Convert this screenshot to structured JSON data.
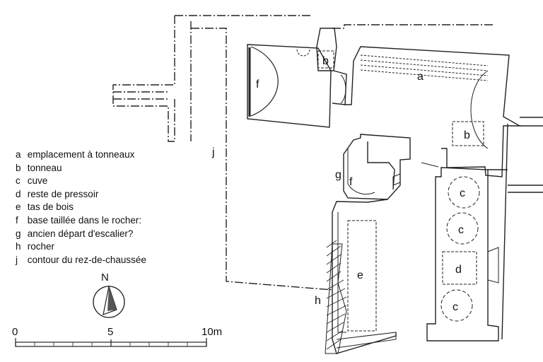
{
  "legend": [
    {
      "key": "a",
      "text": "emplacement à tonneaux"
    },
    {
      "key": "b",
      "text": "tonneau"
    },
    {
      "key": "c",
      "text": "cuve"
    },
    {
      "key": "d",
      "text": "reste de pressoir"
    },
    {
      "key": "e",
      "text": "tas de bois"
    },
    {
      "key": "f",
      "text": "base taillée dans le rocher:"
    },
    {
      "key": "g",
      "text": "ancien départ d'escalier?"
    },
    {
      "key": "h",
      "text": "rocher"
    },
    {
      "key": "j",
      "text": "contour du rez-de-chaussée"
    }
  ],
  "plan_labels": {
    "a": "a",
    "b1": "b",
    "b2": "b",
    "c1": "c",
    "c2": "c",
    "c3": "c",
    "d": "d",
    "e": "e",
    "f1": "f",
    "f2": "f",
    "g": "g",
    "h": "h",
    "j": "j"
  },
  "north": {
    "label": "N"
  },
  "scale": {
    "ticks": [
      "0",
      "5",
      "10m"
    ]
  }
}
